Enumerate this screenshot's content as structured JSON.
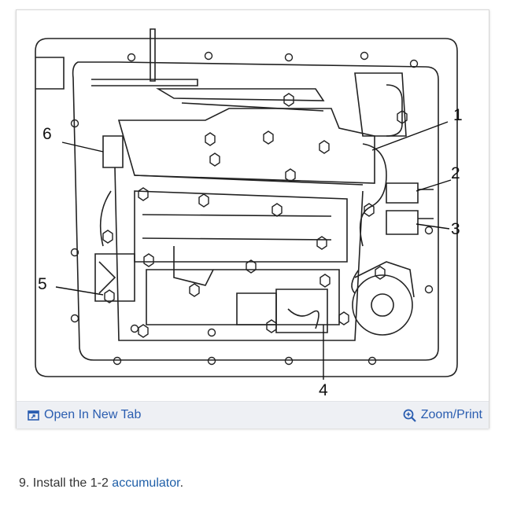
{
  "figure": {
    "callouts": [
      "1",
      "2",
      "3",
      "4",
      "5",
      "6"
    ]
  },
  "toolbar": {
    "open_new_tab_label": "Open In New Tab",
    "open_new_tab_icon": "open-in-new-tab-icon",
    "zoom_print_label": "Zoom/Print",
    "zoom_print_icon": "zoom-icon"
  },
  "instruction": {
    "prefix": "9. Install the 1-2 ",
    "link_text": "accumulator",
    "suffix": "."
  },
  "colors": {
    "link": "#2a5db0",
    "toolbar_bg": "#eef0f4",
    "text": "#333333"
  }
}
